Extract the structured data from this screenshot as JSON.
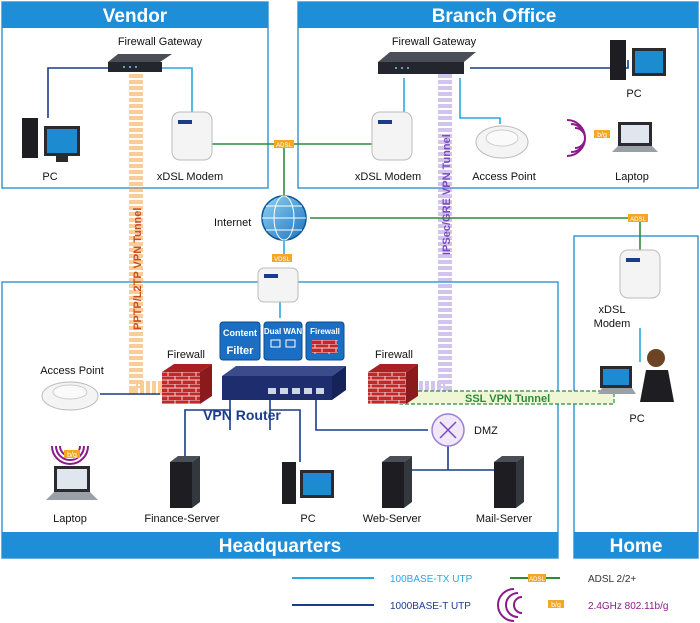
{
  "sections": {
    "vendor": "Vendor",
    "branch": "Branch Office",
    "hq": "Headquarters",
    "home": "Home"
  },
  "labels": {
    "vendor_gateway": "Firewall Gateway",
    "vendor_pc": "PC",
    "vendor_modem": "xDSL Modem",
    "branch_gateway": "Firewall Gateway",
    "branch_pc": "PC",
    "branch_modem": "xDSL Modem",
    "branch_ap": "Access Point",
    "branch_laptop": "Laptop",
    "internet": "Internet",
    "home_modem_1": "xDSL",
    "home_modem_2": "Modem",
    "home_pc": "PC",
    "hq_ap": "Access Point",
    "hq_laptop": "Laptop",
    "firewall_left": "Firewall",
    "firewall_right": "Firewall",
    "vpn_router": "VPN Router",
    "finance_server": "Finance-Server",
    "hq_pc": "PC",
    "web_server": "Web-Server",
    "mail_server": "Mail-Server",
    "dmz": "DMZ"
  },
  "tunnels": {
    "pptp": "PPTP/L2TP VPN Tunnel",
    "ipsec": "IPSec/GRE VPN Tunnel",
    "ssl": "SSL VPN Tunnel"
  },
  "badges": {
    "adsl": "ADSL",
    "vdsl": "VDSL",
    "wifi": "b/g",
    "content_1": "Content",
    "content_2": "Filter",
    "dualwan": "Dual WAN",
    "firewall": "Firewall"
  },
  "legend": {
    "tx": "100BASE-TX UTP",
    "t": "1000BASE-T UTP",
    "adsl_badge": "ADSL",
    "adsl": "ADSL 2/2+",
    "wifi_badge": "b/g",
    "wifi": "2.4GHz 802.11b/g"
  },
  "colors": {
    "section_header": "#1f8ed8",
    "line_100": "#29a8e0",
    "line_1000": "#1a3c8c",
    "line_adsl": "#2e8b3a",
    "pptp_tunnel": "#f5a342",
    "ipsec_tunnel": "#9b7fd6",
    "ssl_tunnel": "#2e8b3a",
    "wifi": "#8b1a8b"
  }
}
